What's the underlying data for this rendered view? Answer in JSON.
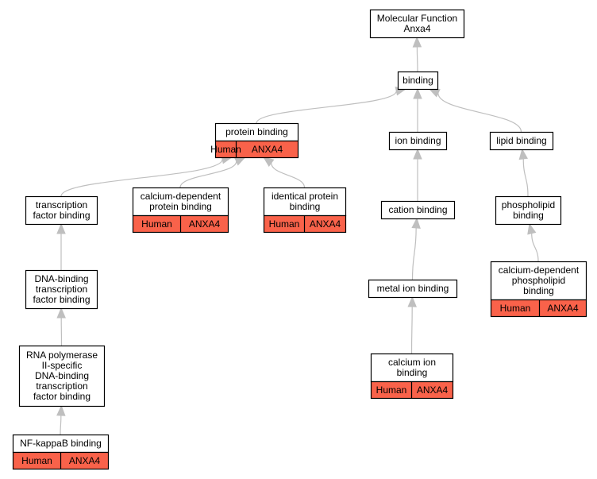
{
  "colors": {
    "edge": "#bfbfbf",
    "node_fill": "#ffffff",
    "node_border": "#000000",
    "annotation_fill": "#f9624a"
  },
  "nodes": {
    "molecular_function": {
      "lines": [
        "Molecular Function",
        "Anxa4"
      ]
    },
    "binding": {
      "lines": [
        "binding"
      ]
    },
    "protein_binding": {
      "lines": [
        "protein binding"
      ],
      "annotation": [
        "Human",
        "ANXA4"
      ]
    },
    "ion_binding": {
      "lines": [
        "ion binding"
      ]
    },
    "lipid_binding": {
      "lines": [
        "lipid binding"
      ]
    },
    "transcription_factor_binding": {
      "lines": [
        "transcription",
        "factor binding"
      ]
    },
    "calcium_dependent_protein_binding": {
      "lines": [
        "calcium-dependent",
        "protein binding"
      ],
      "annotation": [
        "Human",
        "ANXA4"
      ]
    },
    "identical_protein_binding": {
      "lines": [
        "identical protein",
        "binding"
      ],
      "annotation": [
        "Human",
        "ANXA4"
      ]
    },
    "cation_binding": {
      "lines": [
        "cation binding"
      ]
    },
    "phospholipid_binding": {
      "lines": [
        "phospholipid",
        "binding"
      ]
    },
    "dna_binding_tf_binding": {
      "lines": [
        "DNA-binding",
        "transcription",
        "factor binding"
      ]
    },
    "calcium_dependent_phospholipid_binding": {
      "lines": [
        "calcium-dependent",
        "phospholipid",
        "binding"
      ],
      "annotation": [
        "Human",
        "ANXA4"
      ]
    },
    "metal_ion_binding": {
      "lines": [
        "metal ion binding"
      ]
    },
    "rna_pol_ii_tf_binding": {
      "lines": [
        "RNA polymerase",
        "II-specific",
        "DNA-binding",
        "transcription",
        "factor binding"
      ]
    },
    "calcium_ion_binding": {
      "lines": [
        "calcium ion",
        "binding"
      ],
      "annotation": [
        "Human",
        "ANXA4"
      ]
    },
    "nf_kappab_binding": {
      "lines": [
        "NF-kappaB binding"
      ],
      "annotation": [
        "Human",
        "ANXA4"
      ]
    }
  },
  "edges": [
    [
      "binding",
      "molecular_function"
    ],
    [
      "protein_binding",
      "binding"
    ],
    [
      "ion_binding",
      "binding"
    ],
    [
      "lipid_binding",
      "binding"
    ],
    [
      "transcription_factor_binding",
      "protein_binding"
    ],
    [
      "calcium_dependent_protein_binding",
      "protein_binding"
    ],
    [
      "identical_protein_binding",
      "protein_binding"
    ],
    [
      "cation_binding",
      "ion_binding"
    ],
    [
      "phospholipid_binding",
      "lipid_binding"
    ],
    [
      "dna_binding_tf_binding",
      "transcription_factor_binding"
    ],
    [
      "calcium_dependent_phospholipid_binding",
      "phospholipid_binding"
    ],
    [
      "metal_ion_binding",
      "cation_binding"
    ],
    [
      "rna_pol_ii_tf_binding",
      "dna_binding_tf_binding"
    ],
    [
      "calcium_ion_binding",
      "metal_ion_binding"
    ],
    [
      "nf_kappab_binding",
      "rna_pol_ii_tf_binding"
    ]
  ]
}
